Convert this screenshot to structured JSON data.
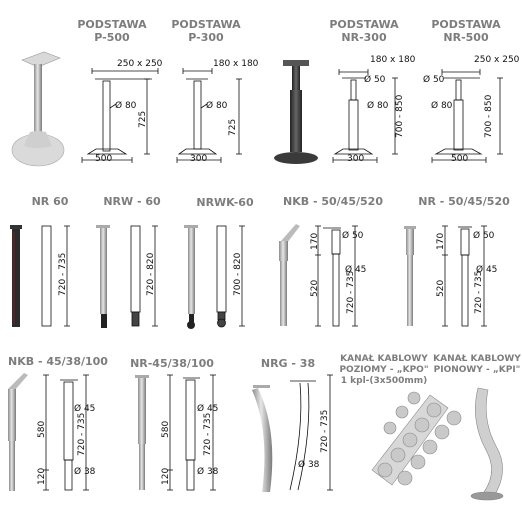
{
  "products": {
    "p500": {
      "title1": "PODSTAWA",
      "title2": "P-500",
      "top": "250 x 250",
      "dia": "Ø 80",
      "height": "725",
      "base": "500"
    },
    "p300": {
      "title1": "PODSTAWA",
      "title2": "P-300",
      "top": "180 x 180",
      "dia": "Ø 80",
      "height": "725",
      "base": "300"
    },
    "nr300": {
      "title1": "PODSTAWA",
      "title2": "NR-300",
      "top": "180 x 180",
      "dia1": "Ø 50",
      "dia2": "Ø 80",
      "height": "700 - 850",
      "base": "300"
    },
    "nr500": {
      "title1": "PODSTAWA",
      "title2": "NR-500",
      "top": "250 x 250",
      "dia1": "Ø 50",
      "dia2": "Ø 80",
      "height": "700 - 850",
      "base": "500"
    },
    "nr60": {
      "title": "NR 60",
      "height": "720 - 735"
    },
    "nrw60": {
      "title": "NRW - 60",
      "height": "720 - 820"
    },
    "nrwk60": {
      "title": "NRWK-60",
      "height": "700 - 820"
    },
    "nkb5045": {
      "title": "NKB - 50/45/520",
      "h1": "170",
      "h2": "520",
      "h3": "720 - 735",
      "dia1": "Ø 50",
      "dia2": "Ø 45"
    },
    "nr5045": {
      "title": "NR - 50/45/520",
      "h1": "170",
      "h2": "520",
      "h3": "720 - 735",
      "dia1": "Ø 50",
      "dia2": "Ø 45"
    },
    "nkb4538": {
      "title": "NKB - 45/38/100",
      "h1": "580",
      "h2": "120",
      "h3": "720 - 735",
      "dia1": "Ø 45",
      "dia2": "Ø 38"
    },
    "nr4538": {
      "title": "NR-45/38/100",
      "h1": "580",
      "h2": "120",
      "h3": "720 - 735",
      "dia1": "Ø 45",
      "dia2": "Ø 38"
    },
    "nrg38": {
      "title": "NRG - 38",
      "h1": "720 - 735",
      "dia": "Ø 38"
    },
    "kpo": {
      "line1": "KANAŁ KABLOWY",
      "line2": "POZIOMY - „KPO\"",
      "line3": "1 kpl-(3x500mm)"
    },
    "kpi": {
      "line1": "KANAŁ KABLOWY",
      "line2": "PIONOWY - „KPI\""
    }
  },
  "colors": {
    "label": "#7d7d7d",
    "line": "#111111",
    "metal": "#b9b9b9"
  }
}
